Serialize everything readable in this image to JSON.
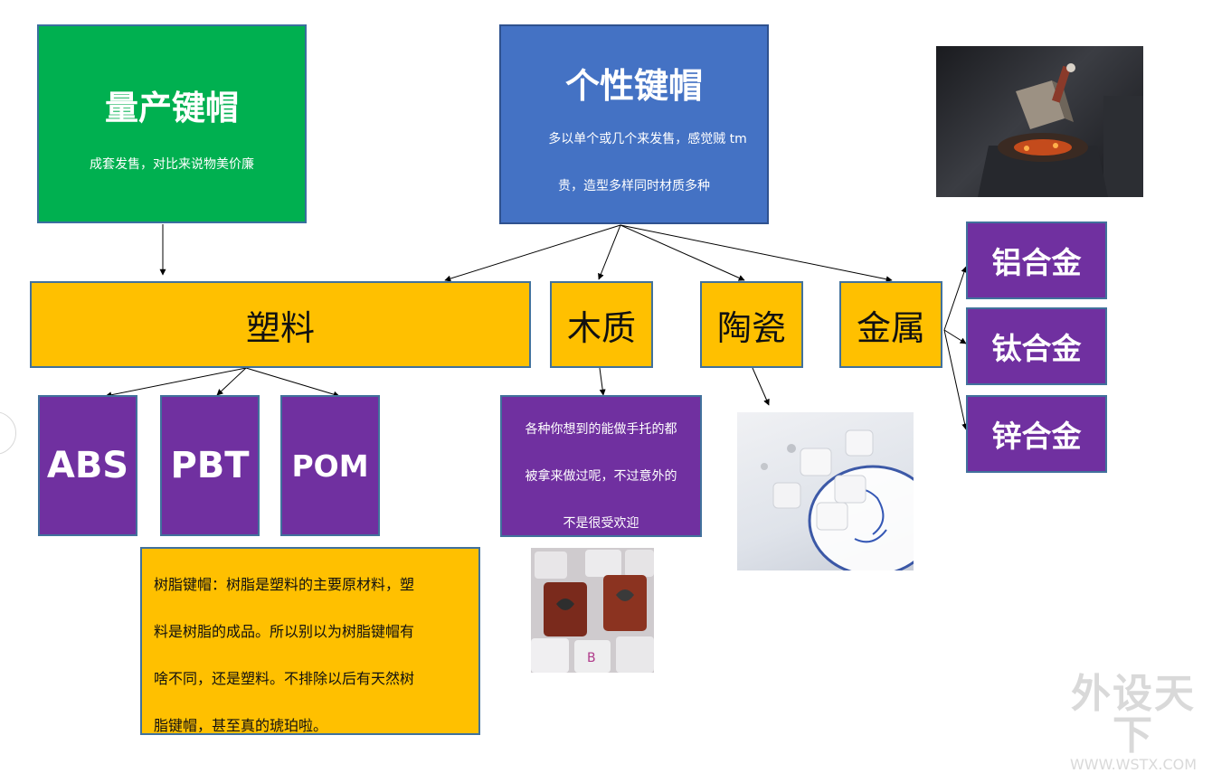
{
  "mass": {
    "title": "量产键帽",
    "subtitle": "成套发售，对比来说物美价廉"
  },
  "custom": {
    "title": "个性键帽",
    "line1": "多以单个或几个来发售，感觉贼 tm",
    "line2": "贵，造型多样同时材质多种"
  },
  "materials": {
    "plastic": "塑料",
    "wood": "木质",
    "ceramic": "陶瓷",
    "metal": "金属"
  },
  "plastic_types": {
    "abs": "ABS",
    "pbt": "PBT",
    "pom": "POM"
  },
  "metal_types": {
    "aluminum": "铝合金",
    "titanium": "钛合金",
    "zinc": "锌合金"
  },
  "wood_note": {
    "line1": "各种你想到的能做手托的都",
    "line2": "被拿来做过呢，不过意外的",
    "line3": "不是很受欢迎"
  },
  "resin_note": {
    "line1": "树脂键帽：树脂是塑料的主要原材料，塑",
    "line2": "料是树脂的成品。所以别以为树脂键帽有",
    "line3": "啥不同，还是塑料。不排除以后有天然树",
    "line4": "脂键帽，甚至真的琥珀啦。"
  },
  "watermark": {
    "text": "外设天下",
    "url": "WWW.WSTX.COM"
  },
  "colors": {
    "green": "#00b050",
    "blue": "#4472c4",
    "gold": "#ffc000",
    "purple": "#7030a0"
  }
}
